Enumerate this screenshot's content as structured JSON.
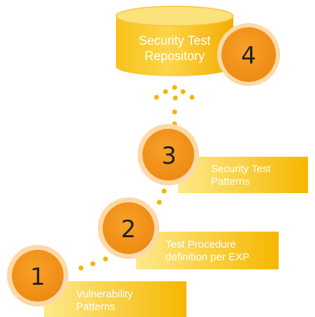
{
  "repository": {
    "line1": "Security Test",
    "line2": "Repository",
    "number": "4"
  },
  "steps": [
    {
      "number": "1",
      "label_line1": "Vulnerability",
      "label_line2": "Patterns"
    },
    {
      "number": "2",
      "label_line1": "Test Procedure",
      "label_line2": "definition per EXP"
    },
    {
      "number": "3",
      "label_line1": "Security Test",
      "label_line2": "Patterns"
    }
  ],
  "colors": {
    "box_light": "#fde37a",
    "box_dark": "#f5b400",
    "circle_core": "#f59a1e",
    "circle_ring": "#fdd9a8",
    "dot": "#f7b500",
    "number_text": "#222222",
    "label_text": "#ffffff"
  }
}
